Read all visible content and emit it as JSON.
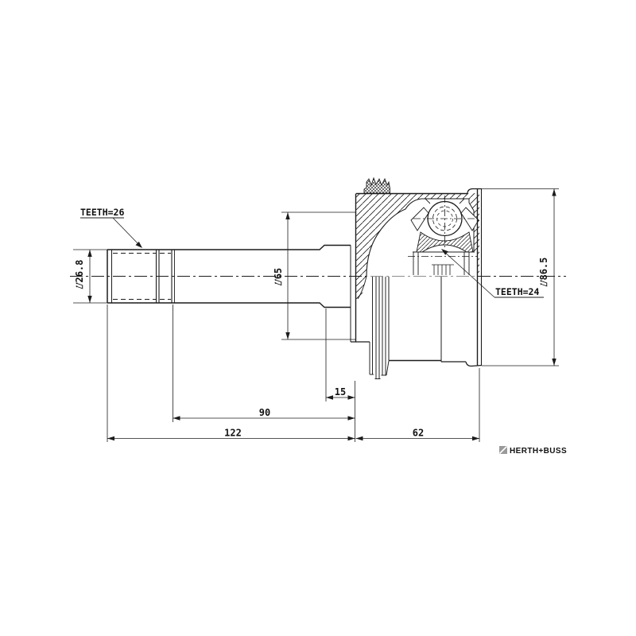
{
  "drawing": {
    "labels": {
      "teeth_left": "TEETH=26",
      "teeth_right": "TEETH=24",
      "dia_shaft": "⌰26.8",
      "dia_inner": "⌰65",
      "dia_outer": "⌰86.5",
      "len_spline_to_face": "15",
      "len_shaft": "90",
      "len_left": "122",
      "len_joint": "62"
    },
    "branding": {
      "logo_text": "HERTH+BUSS",
      "logo_color": "#9a9a9a"
    },
    "colors": {
      "line": "#1c1c1c",
      "background": "#ffffff"
    }
  }
}
